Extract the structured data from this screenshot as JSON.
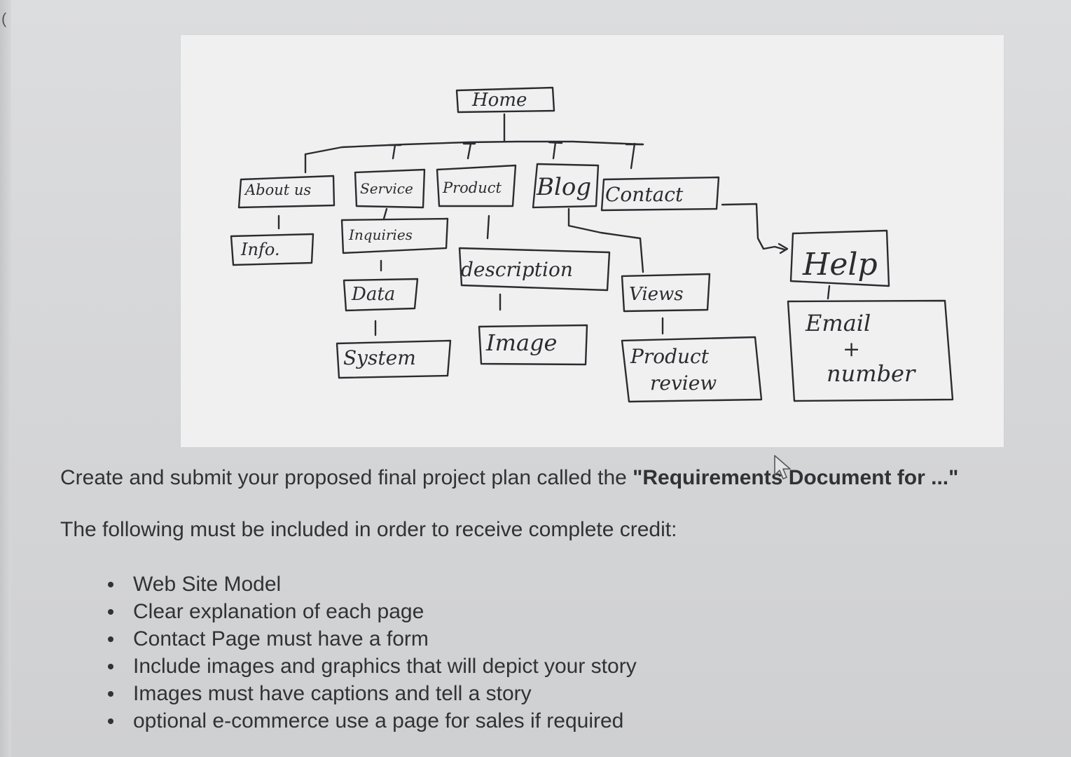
{
  "diagram": {
    "nodes": {
      "home": "Home",
      "about": "About us",
      "service": "Service",
      "product": "Product",
      "blog": "Blog",
      "contact": "Contact",
      "info": "Info.",
      "inquiries": "Inquiries",
      "description": "description",
      "views": "Views",
      "help": "Help",
      "data": "Data",
      "system": "System",
      "image": "Image",
      "product_review_line1": "Product",
      "product_review_line2": "review",
      "email_line1": "Email",
      "email_line2": "+",
      "email_line3": "number"
    }
  },
  "content": {
    "intro_prefix": "Create and submit your proposed final project plan called the ",
    "intro_bold": "\"Requirements Document for ...\"",
    "credit_line": "The following must be included in order to receive complete credit:",
    "requirements": [
      "Web Site Model",
      "Clear explanation of each page",
      "Contact Page must have a form",
      "Include images and graphics that will depict your story",
      "Images must have captions and tell a story",
      "optional e-commerce use a page for sales if required"
    ]
  }
}
